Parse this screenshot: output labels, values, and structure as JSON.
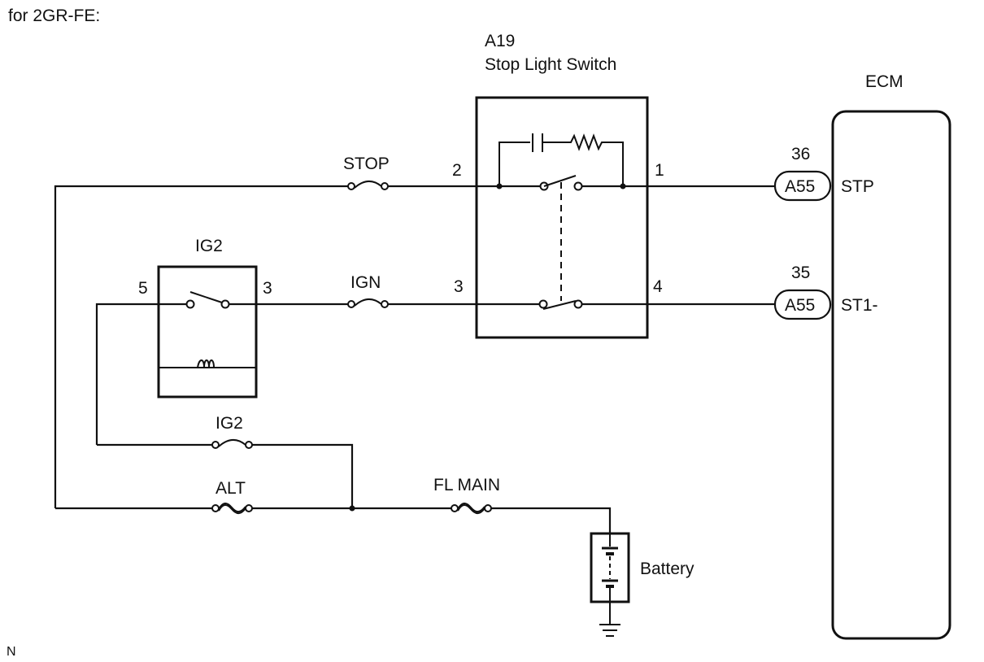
{
  "header": {
    "engine_label": "for 2GR-FE:"
  },
  "footer": {
    "note": "N"
  },
  "stop_light_switch": {
    "code": "A19",
    "name": "Stop Light Switch",
    "pins": {
      "top_left": "2",
      "top_right": "1",
      "bottom_left": "3",
      "bottom_right": "4"
    }
  },
  "ig2_relay": {
    "name": "IG2",
    "pins": {
      "left": "5",
      "right": "3"
    }
  },
  "fuses": {
    "stop": "STOP",
    "ign": "IGN",
    "ig2": "IG2",
    "alt": "ALT",
    "fl_main": "FL MAIN"
  },
  "battery": {
    "label": "Battery"
  },
  "ecm": {
    "label": "ECM",
    "connectors": [
      {
        "pin": "36",
        "code": "A55",
        "signal": "STP"
      },
      {
        "pin": "35",
        "code": "A55",
        "signal": "ST1-"
      }
    ]
  },
  "colors": {
    "ink": "#111111",
    "background": "#ffffff"
  }
}
